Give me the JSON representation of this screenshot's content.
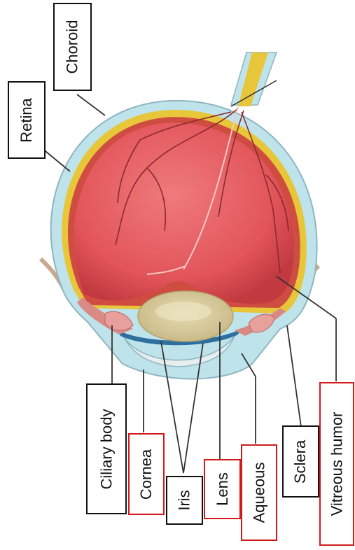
{
  "labels": {
    "choroid": "Choroid",
    "retina": "Retina",
    "ciliary_body": "Ciliary body",
    "cornea": "Cornea",
    "iris": "Iris",
    "lens": "Lens",
    "aqueous": "Aqueous",
    "sclera": "Sclera",
    "vitreous_humor": "Vitreous humor"
  },
  "colors": {
    "vitreous": "#e2555a",
    "sclera": "#bfe3ea",
    "choroid_layer": "#e8c63a",
    "retina_layer": "#cf4c40",
    "lens": "#d8c99a",
    "black_border": "#111111",
    "red_border": "#d11b1b"
  }
}
